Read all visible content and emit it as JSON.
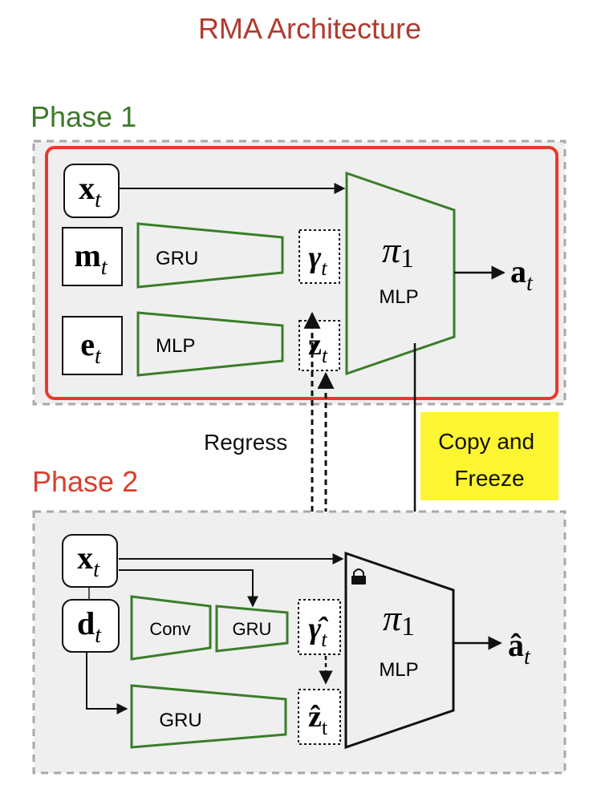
{
  "title": "RMA Architecture",
  "phase1": {
    "label": "Phase 1",
    "inputs": {
      "x": "x",
      "x_sub": "t",
      "m": "m",
      "m_sub": "t",
      "e": "e",
      "e_sub": "t"
    },
    "encoder_gru": "GRU",
    "encoder_mlp": "MLP",
    "gamma": "γ",
    "gamma_sub": "t",
    "z": "z",
    "z_sub": "t",
    "policy": {
      "symbol": "π",
      "sub": "1",
      "label": "MLP"
    },
    "output": "a",
    "output_sub": "t"
  },
  "middle": {
    "regress_label": "Regress",
    "copy_freeze_line1": "Copy and",
    "copy_freeze_line2": "Freeze"
  },
  "phase2": {
    "label": "Phase 2",
    "inputs": {
      "x": "x",
      "x_sub": "t",
      "d": "d",
      "d_sub": "t"
    },
    "conv": "Conv",
    "gru_small": "GRU",
    "gru_big": "GRU",
    "gamma_hat": "γ̂",
    "gamma_sub": "t",
    "z_hat": "ẑ",
    "z_sub": "t",
    "policy": {
      "symbol": "π",
      "sub": "1",
      "label": "MLP"
    },
    "output": "â",
    "output_sub": "t"
  },
  "colors": {
    "title": "#b03a2e",
    "phase1": "#3d7a2a",
    "phase2": "#d9402e",
    "phase1_border": "#e8392b",
    "block_green": "#3a7d2a",
    "highlight": "#fdf531",
    "panel_bg": "#efefef",
    "dashed_border": "#a8a8a8"
  }
}
